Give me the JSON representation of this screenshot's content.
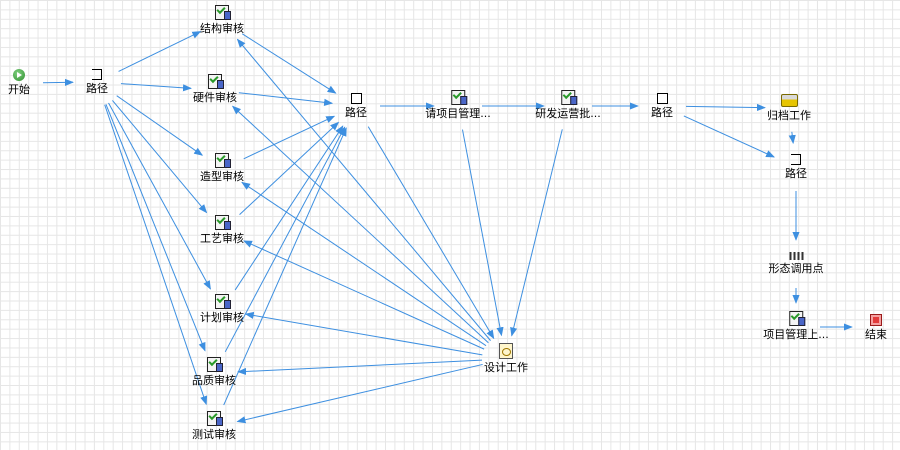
{
  "diagram": {
    "accent_color": "#3d8fe0",
    "nodes": [
      {
        "id": "start",
        "label": "开始",
        "icon": "start-icon"
      },
      {
        "id": "path1",
        "label": "路径",
        "icon": "path-icon"
      },
      {
        "id": "structure_review",
        "label": "结构审核",
        "icon": "task-icon"
      },
      {
        "id": "hardware_review",
        "label": "硬件审核",
        "icon": "task-icon"
      },
      {
        "id": "shape_review",
        "label": "造型审核",
        "icon": "task-icon"
      },
      {
        "id": "process_review",
        "label": "工艺审核",
        "icon": "task-icon"
      },
      {
        "id": "plan_review",
        "label": "计划审核",
        "icon": "task-icon"
      },
      {
        "id": "quality_review",
        "label": "品质审核",
        "icon": "task-icon"
      },
      {
        "id": "test_review",
        "label": "测试审核",
        "icon": "task-icon"
      },
      {
        "id": "path2",
        "label": "路径",
        "icon": "path-icon"
      },
      {
        "id": "pm_review",
        "label": "请项目管理...",
        "icon": "task-icon"
      },
      {
        "id": "rd_ops",
        "label": "研发运营批...",
        "icon": "task-icon"
      },
      {
        "id": "path3",
        "label": "路径",
        "icon": "path-icon"
      },
      {
        "id": "archive",
        "label": "归档工作",
        "icon": "archive-icon"
      },
      {
        "id": "path4",
        "label": "路径",
        "icon": "path-icon"
      },
      {
        "id": "call_point",
        "label": "形态调用点",
        "icon": "call-icon"
      },
      {
        "id": "pm_upload",
        "label": "项目管理上...",
        "icon": "task-icon"
      },
      {
        "id": "end",
        "label": "结束",
        "icon": "end-icon"
      },
      {
        "id": "design_work",
        "label": "设计工作",
        "icon": "work-icon"
      }
    ],
    "edges": [
      [
        "start",
        "path1"
      ],
      [
        "path1",
        "structure_review"
      ],
      [
        "path1",
        "hardware_review"
      ],
      [
        "path1",
        "shape_review"
      ],
      [
        "path1",
        "process_review"
      ],
      [
        "path1",
        "plan_review"
      ],
      [
        "path1",
        "quality_review"
      ],
      [
        "path1",
        "test_review"
      ],
      [
        "structure_review",
        "path2"
      ],
      [
        "hardware_review",
        "path2"
      ],
      [
        "shape_review",
        "path2"
      ],
      [
        "process_review",
        "path2"
      ],
      [
        "plan_review",
        "path2"
      ],
      [
        "quality_review",
        "path2"
      ],
      [
        "test_review",
        "path2"
      ],
      [
        "path2",
        "pm_review"
      ],
      [
        "pm_review",
        "rd_ops"
      ],
      [
        "rd_ops",
        "path3"
      ],
      [
        "path3",
        "archive"
      ],
      [
        "path3",
        "path4"
      ],
      [
        "archive",
        "path4"
      ],
      [
        "path4",
        "call_point"
      ],
      [
        "call_point",
        "pm_upload"
      ],
      [
        "pm_upload",
        "end"
      ],
      [
        "path2",
        "design_work"
      ],
      [
        "pm_review",
        "design_work"
      ],
      [
        "rd_ops",
        "design_work"
      ],
      [
        "design_work",
        "structure_review"
      ],
      [
        "design_work",
        "hardware_review"
      ],
      [
        "design_work",
        "shape_review"
      ],
      [
        "design_work",
        "process_review"
      ],
      [
        "design_work",
        "plan_review"
      ],
      [
        "design_work",
        "quality_review"
      ],
      [
        "design_work",
        "test_review"
      ]
    ]
  }
}
